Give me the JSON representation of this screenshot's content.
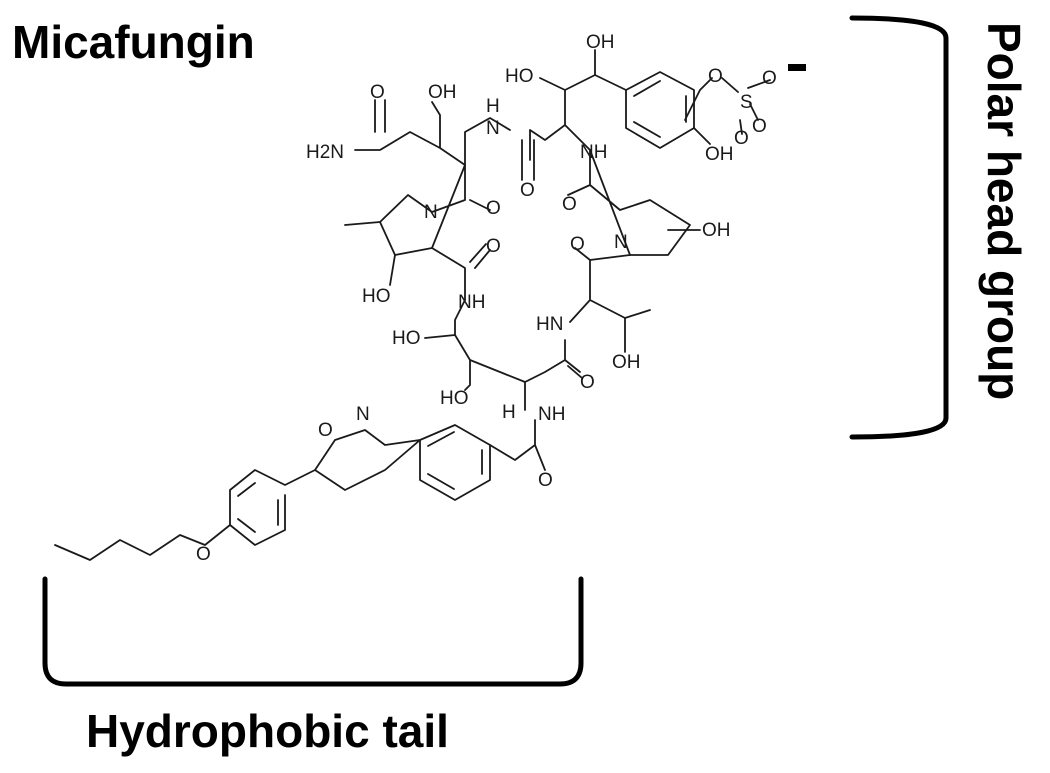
{
  "title": "Micafungin",
  "labels": {
    "head": "Polar head group",
    "tail": "Hydrophobic tail"
  },
  "atoms": {
    "oh": "OH",
    "ho": "HO",
    "o": "O",
    "n": "N",
    "s": "S",
    "h": "H",
    "nh": "NH",
    "hn": "HN",
    "h2n": "H2N",
    "charge": "-"
  }
}
